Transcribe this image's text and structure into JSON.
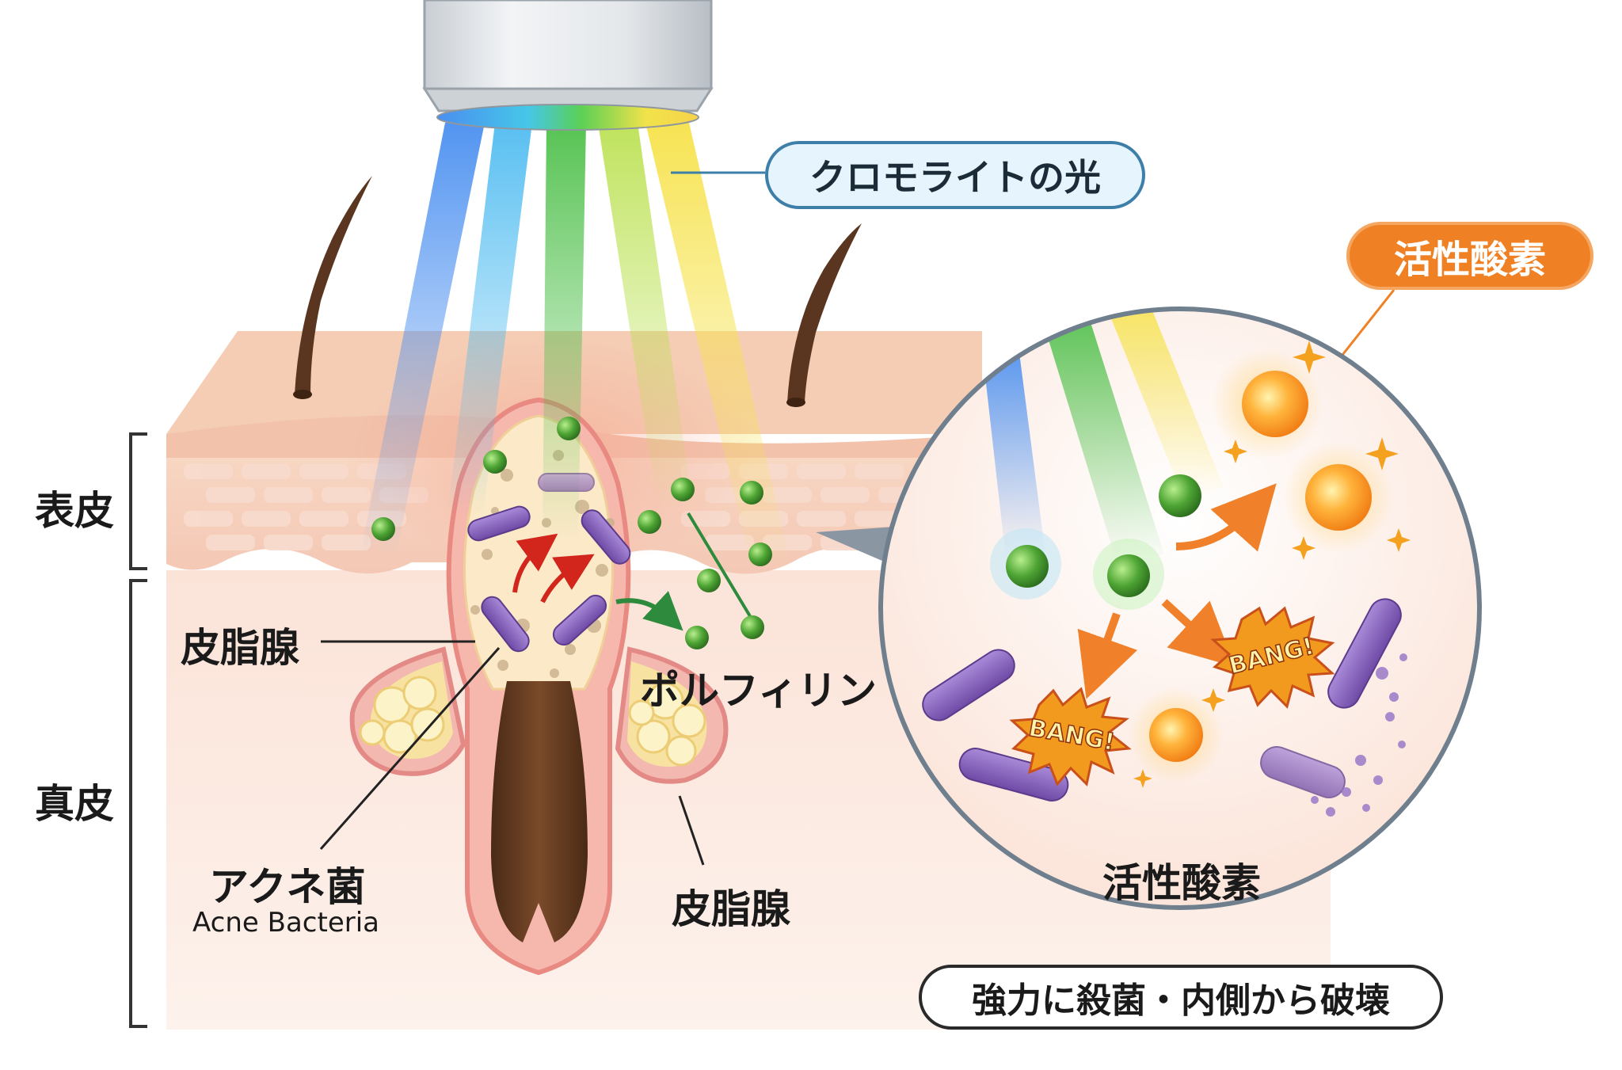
{
  "callouts": {
    "chromolight": "クロモライトの光",
    "ros_badge": "活性酸素",
    "ros_inset": "活性酸素",
    "kill": "強力に殺菌・内側から破壊"
  },
  "layers": {
    "epidermis": "表皮",
    "dermis": "真皮"
  },
  "labels": {
    "sebaceous_left": "皮脂腺",
    "sebaceous_bottom": "皮脂腺",
    "porphyrin": "ポルフィリン",
    "acne_jp": "アクネ菌",
    "acne_en": "Acne Bacteria"
  },
  "effects": {
    "bang_1": "BANG!",
    "bang_2": "BANG!"
  },
  "colors": {
    "badge_orange": "#ef8124",
    "light_pill": "#e6f5fd",
    "skin": "#f6d2bd",
    "bacteria": "#8f63c2",
    "porphyrin": "#3f9a2e"
  }
}
